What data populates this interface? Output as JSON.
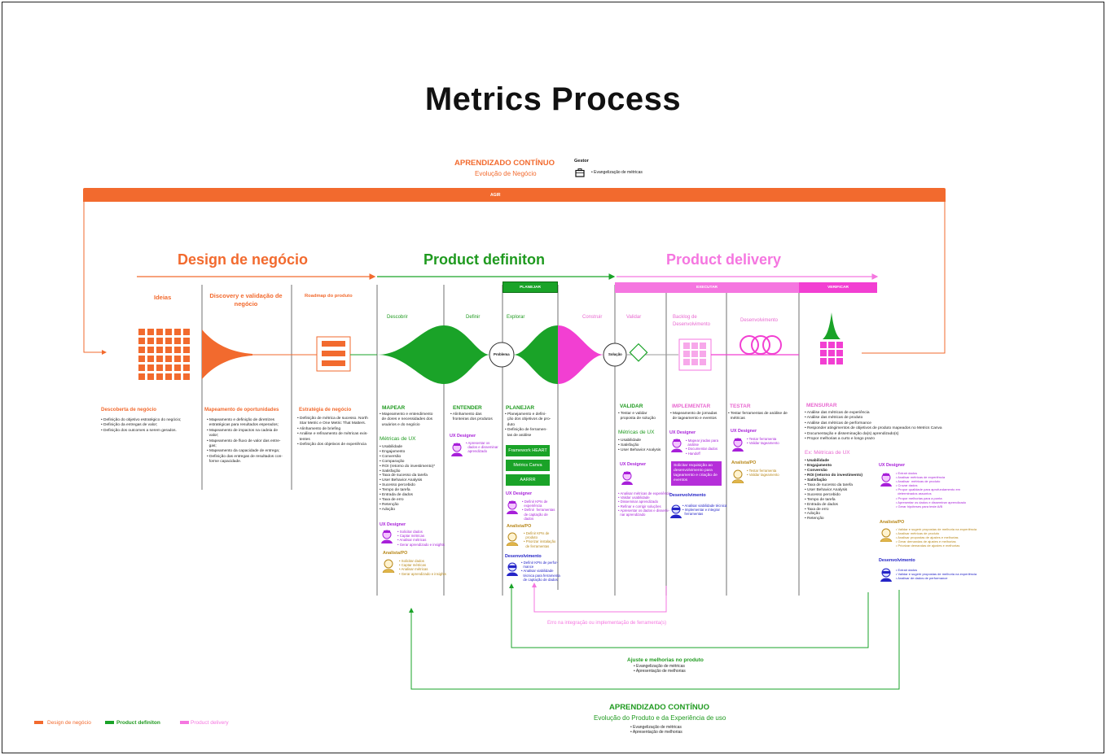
{
  "title": "Metrics Process",
  "top_loop": {
    "heading": "APRENDIZADO CONTÍNUO",
    "subheading": "Evolução de Negócio",
    "gestor_label": "Gestor",
    "gestor_item": "• Evangelização de métricas",
    "bar_label": "AGIR"
  },
  "phases": {
    "design": "Design de negócio",
    "definition": "Product definiton",
    "delivery": "Product delivery"
  },
  "tags": {
    "planejar": "PLANEJAR",
    "executar": "EXECUTAR",
    "verificar": "VERIFICAR"
  },
  "columns": {
    "ideias": "Ideias",
    "discovery": "Discovery e validação de negócio",
    "roadmap": "Roadmap do produto",
    "descobrir": "Descobrir",
    "definir": "Definir",
    "explorar": "Explorar",
    "construir": "Construir",
    "validar": "Validar",
    "backlog": "Backlog de Desenvolvimento",
    "desenvolvimento": "Desenvolvimento"
  },
  "nodes": {
    "problema": "Problema",
    "solucao": "Solução"
  },
  "steps": {
    "descoberta": {
      "title": "Descoberta de negócio",
      "items": "• Definição do objetivo estratégico do negócio;\n• Definição da entregas de valor;\n• Definição dos outcomes a serem gerados."
    },
    "mapeamento": {
      "title": "Mapeamento de oportunidades",
      "items": "• Mapeamento e definição de diretrizes\n  estratégicas para resultados esperados;\n• Mapeamento de impactos na cadeia de\n  valor;\n• Mapeamento de fluxo de valor das entre-\n  gas;\n• Mapeamento da capacidade de entrega;\n• Definição das entregas de resultados con-\n  forme capacidade."
    },
    "estrategia": {
      "title": "Estratégia de negócio",
      "items": "• Definição de métrica de sucesso. North\n  Star Metric e One Metric That Matters.\n• Alinhamento de briefing\n• Análise e refinamento de métricas exis-\n  tentes\n• Definição dos objetivos de experiência"
    },
    "mapear": {
      "title": "MAPEAR",
      "items": "• Mapeamento e entendimento\n  de dores e necessidades dos\n  usuários e do negócio",
      "metrics_title": "Métricas de UX",
      "metrics": "• Usabilidade\n• Engajamento\n• Conversão\n• Comparação\n• ROI (retorno do investimento)*\n• Satisfação\n• Taxa de sucesso da tarefa\n• User Behavior Analysis\n• Sucesso percebido\n• Tempo de tarefa\n• Entrada de dados\n• Taxa de erro\n• Retenção\n• Adoção",
      "ux_role": "UX Designer",
      "ux_tasks": "• Solicitar dados\n• Captar métricas\n• Analisar métricas\n• Gerar aprendizado e insights",
      "analista_role": "Analista/PO",
      "analista_tasks": "• Solicitar dados\n• Captar métricas\n• Analisar métricas\n• Gerar aprendizado e insights"
    },
    "entender": {
      "title": "ENTENDER",
      "items": "• Alinhamento das\n  fronteiras dos produtos",
      "ux_role": "UX Designer",
      "ux_tasks": "• Apresentar os\n  dados e disseminar\n  aprendizado"
    },
    "planejar": {
      "title": "PLANEJAR",
      "items": "• Planejamento e defini-\n  ção dos objetivos de pro-\n  duto\n• Definição de ferramen-\n  tas de análise",
      "buttons": [
        "Framework HEART",
        "Metrics Canva",
        "AARRR"
      ],
      "ux_role": "UX Designer",
      "ux_tasks": "• Definir KPIs de\n  experiência\n• Definir  ferramentas\n  de captação de\n  dados",
      "analista_role": "Analista/PO",
      "analista_tasks": "• Definir KPIs de\n  produto\n• Priorizar instalação\n  de ferramentas",
      "dev_role": "Desenvolvimento",
      "dev_tasks": "• Definir KPIs de perfor-\n  mance\n• Analisar viabilidade\n  técnica para ferramenta\n  de captação de dados"
    },
    "validar": {
      "title": "VALIDAR",
      "items": "• Testar e validar\n  proposta de solução",
      "metrics_title": "Métricas de UX",
      "metrics": "• Usabilidade\n• Satisfação\n• User Behavior Analysis",
      "ux_role": "UX Designer",
      "ux_tasks": "• Analisar métricas de experiência\n• Validar usabilidade\n• Disseminar aprendizado\n• Refinar e corrigir soluções\n• Apresentar os dados e dissemi-\n  nar aprendizado"
    },
    "implementar": {
      "title": "IMPLEMENTAR",
      "items": "• Mapeamento de jornadas\n  de tageamento e eventos",
      "ux_role": "UX Designer",
      "ux_tasks": "• Mapear jradas para\n  análise\n• Documentar dados\n• Handoff",
      "request_box": "Solicitar requisição ao desenvolvimento para tageamento e criação de eventos",
      "dev_role": "Desenvolvimento",
      "dev_tasks": "• Analisar viabilidade técnica\n• Implementar e integrar\n  ferramentas"
    },
    "testar": {
      "title": "TESTAR",
      "items": "• Testar ferramentas de análise de\n  métricas",
      "ux_role": "UX Designer",
      "ux_tasks": "• Testar ferramenta\n• Validar tageamento",
      "analista_role": "Analista/PO",
      "analista_tasks": "• Testar ferramenta\n• Validar tageamento"
    },
    "mensurar": {
      "title": "MENSURAR",
      "items": "• Análise das métricas de experiência\n• Análise das métricas de produto\n• Análise das métricas de performance\n• Responder atingimentos de objetivos de produto mapeados no Metrics Canva\n• Documentação e disseminação da(s) aprendizado(s)\n• Propor melhorias a curto e longo prazo",
      "metrics_title": "Ex: Métricas de UX",
      "metrics_bold": "• Usabilidade\n• Engajamento\n• Conversão\n• ROI (retorno do investimento)\n• Satisfação",
      "metrics": "• Taxa de sucesso da tarefa\n• User Behavior Analysis\n• Sucesso percebido\n• Tempo de tarefa\n• Entrada de dados\n• Taxa de erro\n• Adoção\n• Retenção",
      "ux_role": "UX Designer",
      "ux_tasks": "• Extrair dados\n• Analisar métricas de experiência\n• Analisar  métricas de produto\n• Cruzar dados\n• Propor qualidade para aprofundamento em\n  determinados assuntos\n• Propor melhorias para a ponta\n• Apresentar os dados e disseminar aprendizado\n• Gerar hipóteses para teste A/B",
      "analista_role": "Analista/PO",
      "analista_tasks": "• Validar e sugerir propostas de melhoria na experiência\n• Analisar métricas de produto\n• Analisar propostas de ajustes e melhorias\n• Gerar demandas de ajustes e melhorias\n• Priorizar demandas de ajustes e melhorias",
      "dev_role": "Desenvolvimento",
      "dev_tasks": "• Extrair dados\n• Validar e sugerir propostas de melhoria na experiência\n• Analisar de dados de performance"
    }
  },
  "loops": {
    "erro": "Erro na integração ou implementação de ferramenta(s)",
    "ajuste_title": "Ajuste e melhorias no produto",
    "ajuste_items": "• Evangelização de métricas\n• Apresentação de melhorias",
    "bottom_heading": "APRENDIZADO CONTÍNUO",
    "bottom_subheading": "Evolução do Produto e da  Experiência de uso",
    "bottom_items": "• Evangelização de métricas\n• Apresentação de melhorias"
  },
  "legend": [
    "Design de negócio",
    "Product definiton",
    "Product delivery"
  ],
  "colors": {
    "orange": "#f26a2e",
    "green": "#1aa328",
    "pink": "#f23fd2",
    "light_pink": "#f576e0",
    "purple": "#a71fd9",
    "gold": "#b8881a",
    "blue": "#2424c7"
  }
}
